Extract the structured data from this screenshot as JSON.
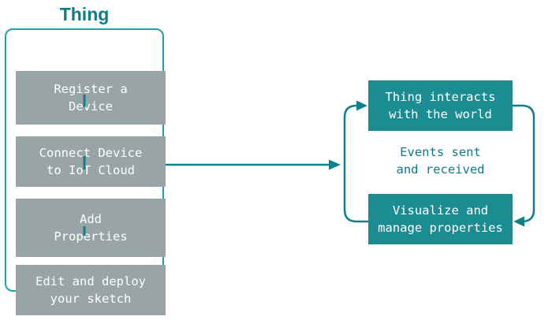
{
  "colors": {
    "teal_stroke": "#0f7f8a",
    "teal_text": "#0d7b87",
    "teal_fill": "#1b8c92",
    "container_border": "#22a0aa",
    "gray_fill": "#98a4a6",
    "text_on_fill": "#ffffff"
  },
  "thing_panel": {
    "title": "Thing",
    "steps": [
      {
        "lines": [
          "Register a",
          "Device"
        ]
      },
      {
        "lines": [
          "Connect Device",
          "to IoT Cloud"
        ]
      },
      {
        "lines": [
          "Add",
          "Properties"
        ]
      },
      {
        "lines": [
          "Edit and deploy",
          "your sketch"
        ]
      }
    ]
  },
  "cycle": {
    "top_box": {
      "lines": [
        "Thing interacts",
        "with the world"
      ]
    },
    "middle_label": {
      "lines": [
        "Events sent",
        "and received"
      ]
    },
    "bottom_box": {
      "lines": [
        "Visualize and",
        "manage properties"
      ]
    }
  }
}
